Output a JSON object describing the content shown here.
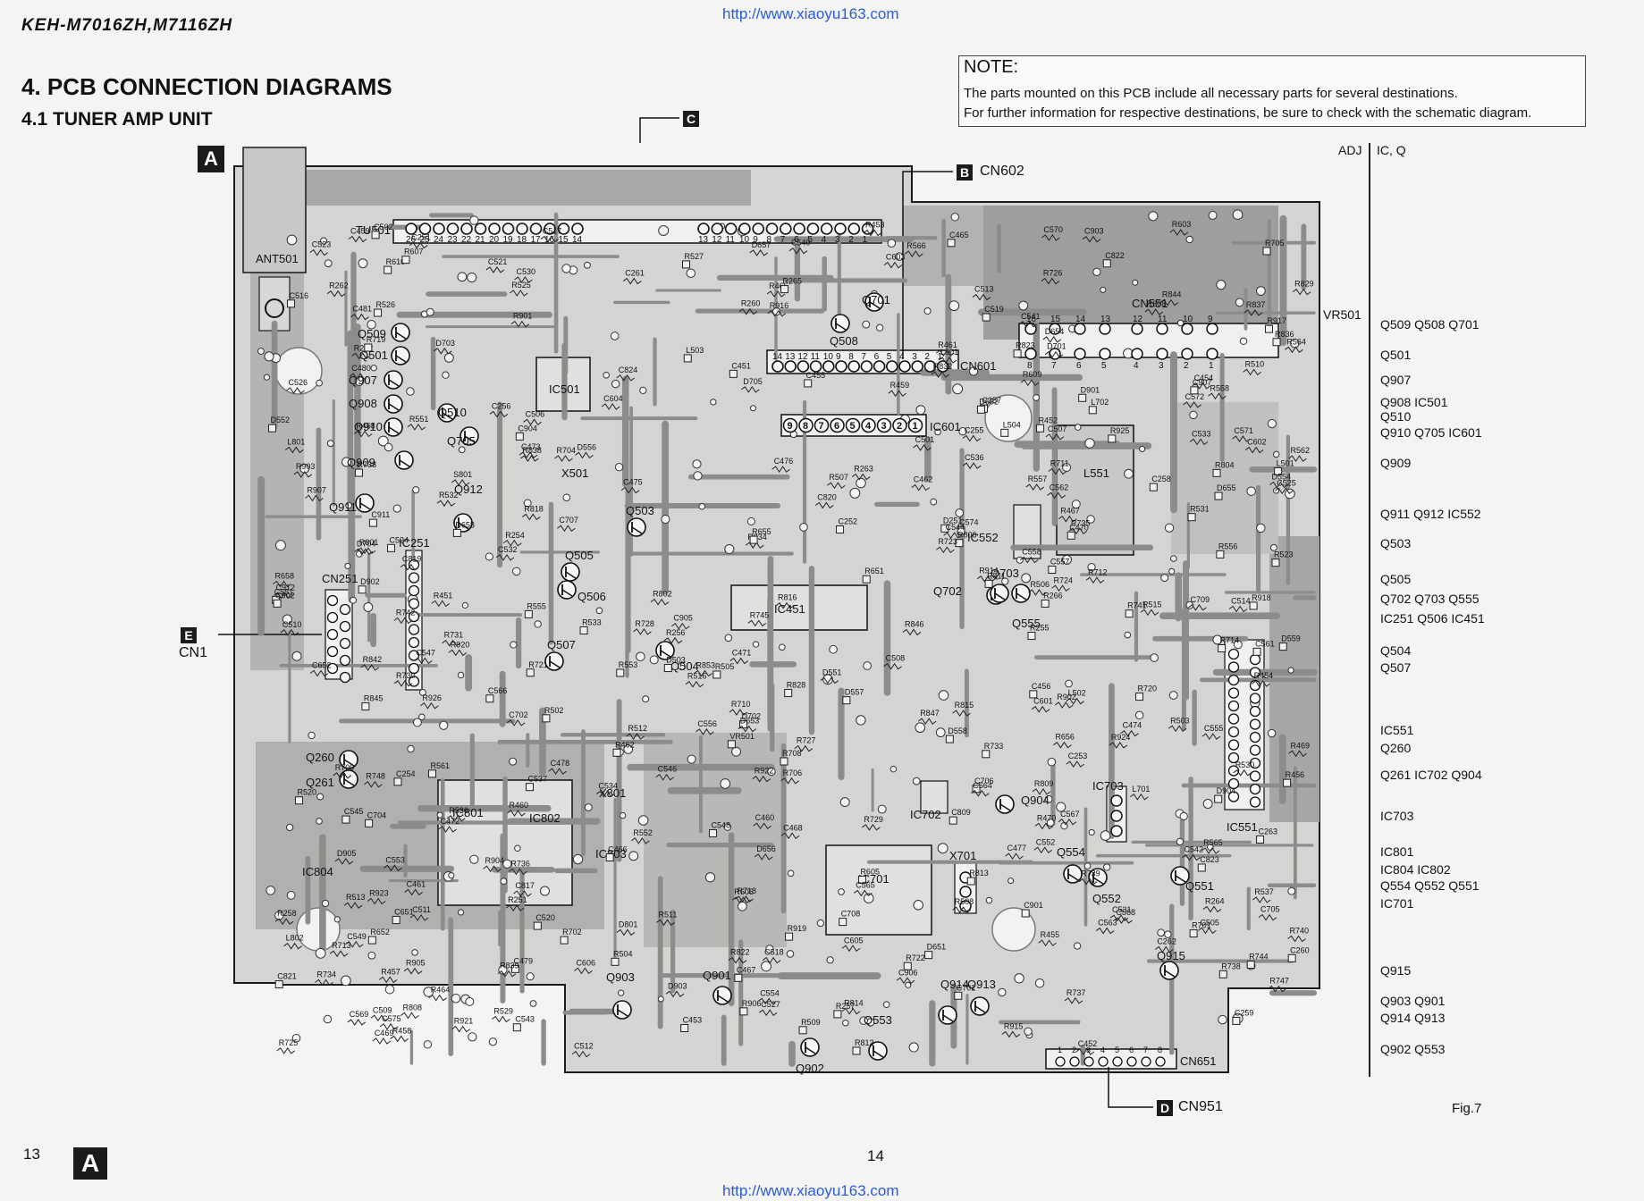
{
  "header": {
    "model": "KEH-M7016ZH,M7116ZH",
    "url_top": "http://www.xiaoyu163.com",
    "url_bottom": "http://www.xiaoyu163.com",
    "section_title": "4. PCB CONNECTION DIAGRAMS",
    "subsection_title": "4.1 TUNER AMP UNIT"
  },
  "note": {
    "title": "NOTE:",
    "line1": "The parts mounted on this PCB include all necessary parts for several destinations.",
    "line2": "For further information for respective destinations, be sure to check with the schematic diagram."
  },
  "footer": {
    "page_left": "13",
    "page_right": "14",
    "page_badge": "A",
    "figure": "Fig.7"
  },
  "markers": {
    "board_marker": "A",
    "connectors": [
      {
        "tag": "C",
        "label": ""
      },
      {
        "tag": "B",
        "label": "CN602"
      },
      {
        "tag": "E",
        "label": "CN1"
      },
      {
        "tag": "D",
        "label": "CN951"
      }
    ]
  },
  "side_index": {
    "header_left": "ADJ",
    "header_right": "IC, Q",
    "adj_label": "VR501",
    "rows": [
      "Q509  Q508  Q701",
      "Q501",
      "Q907",
      "Q908  IC501",
      "Q510",
      "Q910  Q705  IC601",
      "Q909",
      "Q911  Q912  IC552",
      "Q503",
      "Q505",
      "Q702  Q703  Q555",
      "IC251  Q506  IC451",
      "Q504",
      "Q507",
      "IC551",
      "Q260",
      "Q261  IC702  Q904",
      "IC703",
      "IC801",
      "IC804  IC802",
      "Q554  Q552  Q551",
      "IC701",
      "Q915",
      "Q903  Q901",
      "Q914  Q913",
      "Q902  Q553"
    ]
  },
  "board": {
    "connector_labels": [
      "TU501",
      "ANT501",
      "CN601",
      "CN551",
      "CN251",
      "CN651",
      "IC601"
    ],
    "cn601_pins": [
      "14",
      "13",
      "12",
      "11",
      "10",
      "9",
      "8",
      "7",
      "6",
      "5",
      "4",
      "3",
      "2",
      "1"
    ],
    "ic601_pins": [
      "9",
      "8",
      "7",
      "6",
      "5",
      "4",
      "3",
      "2",
      "1"
    ],
    "tu501_pins_left": [
      "26",
      "25",
      "24",
      "23",
      "22",
      "21",
      "20",
      "19",
      "18",
      "17",
      "16",
      "15",
      "14"
    ],
    "tu501_pins_right": [
      "13",
      "12",
      "11",
      "10",
      "9",
      "8",
      "7",
      "6",
      "5",
      "4",
      "3",
      "2",
      "1"
    ],
    "cn551_top_pins": [
      "16",
      "15",
      "14",
      "13",
      "12",
      "11",
      "10",
      "9"
    ],
    "cn551_bottom_pins": [
      "8",
      "7",
      "6",
      "5",
      "4",
      "3",
      "2",
      "1"
    ],
    "cn651_pins": [
      "1",
      "2",
      "3",
      "4",
      "5",
      "6",
      "7",
      "8"
    ],
    "ic_labels": [
      {
        "text": "IC501"
      },
      {
        "text": "IC251"
      },
      {
        "text": "IC451"
      },
      {
        "text": "IC552"
      },
      {
        "text": "IC551"
      },
      {
        "text": "IC801"
      },
      {
        "text": "IC802"
      },
      {
        "text": "IC803"
      },
      {
        "text": "IC804"
      },
      {
        "text": "IC701"
      },
      {
        "text": "IC702"
      },
      {
        "text": "IC703"
      },
      {
        "text": "L551"
      },
      {
        "text": "X501"
      },
      {
        "text": "X801"
      },
      {
        "text": "X701"
      }
    ],
    "transistor_labels": [
      {
        "text": "Q509"
      },
      {
        "text": "Q501"
      },
      {
        "text": "Q907"
      },
      {
        "text": "Q908"
      },
      {
        "text": "Q910"
      },
      {
        "text": "Q510"
      },
      {
        "text": "Q909"
      },
      {
        "text": "Q705"
      },
      {
        "text": "Q911"
      },
      {
        "text": "Q912"
      },
      {
        "text": "Q503"
      },
      {
        "text": "Q505"
      },
      {
        "text": "Q506"
      },
      {
        "text": "Q507"
      },
      {
        "text": "Q504"
      },
      {
        "text": "Q701"
      },
      {
        "text": "Q508"
      },
      {
        "text": "Q702"
      },
      {
        "text": "Q703"
      },
      {
        "text": "Q555"
      },
      {
        "text": "Q260"
      },
      {
        "text": "Q261"
      },
      {
        "text": "Q904"
      },
      {
        "text": "Q554"
      },
      {
        "text": "Q552"
      },
      {
        "text": "Q551"
      },
      {
        "text": "Q915"
      },
      {
        "text": "Q903"
      },
      {
        "text": "Q901"
      },
      {
        "text": "Q902"
      },
      {
        "text": "Q553"
      },
      {
        "text": "Q914"
      },
      {
        "text": "Q913"
      }
    ],
    "part_labels": [
      {
        "text": "VR501"
      },
      {
        "text": "L503"
      },
      {
        "text": "L502"
      },
      {
        "text": "L501"
      },
      {
        "text": "C548"
      },
      {
        "text": "R507"
      },
      {
        "text": "R506"
      },
      {
        "text": "R505"
      },
      {
        "text": "C523"
      },
      {
        "text": "C525"
      },
      {
        "text": "R508"
      },
      {
        "text": "R509"
      },
      {
        "text": "R510"
      },
      {
        "text": "R511"
      },
      {
        "text": "C532"
      },
      {
        "text": "C533"
      },
      {
        "text": "C531"
      },
      {
        "text": "R516"
      },
      {
        "text": "R513"
      },
      {
        "text": "C530"
      },
      {
        "text": "C534"
      },
      {
        "text": "C541"
      },
      {
        "text": "C542"
      },
      {
        "text": "C521"
      },
      {
        "text": "C524"
      },
      {
        "text": "C526"
      },
      {
        "text": "R504"
      },
      {
        "text": "C518"
      },
      {
        "text": "R503"
      },
      {
        "text": "C514"
      },
      {
        "text": "C549"
      },
      {
        "text": "L504"
      },
      {
        "text": "C517"
      },
      {
        "text": "R926"
      },
      {
        "text": "R735"
      },
      {
        "text": "R605"
      },
      {
        "text": "C602"
      },
      {
        "text": "C604"
      },
      {
        "text": "R610"
      },
      {
        "text": "R609"
      },
      {
        "text": "C603"
      },
      {
        "text": "R607"
      },
      {
        "text": "C601"
      },
      {
        "text": "R608"
      },
      {
        "text": "R603"
      },
      {
        "text": "R460"
      },
      {
        "text": "R462"
      },
      {
        "text": "R459"
      },
      {
        "text": "R606"
      },
      {
        "text": "C606"
      },
      {
        "text": "C605"
      },
      {
        "text": "R461"
      },
      {
        "text": "R564"
      },
      {
        "text": "R562"
      },
      {
        "text": "C569"
      },
      {
        "text": "D558"
      },
      {
        "text": "R561"
      },
      {
        "text": "D559"
      },
      {
        "text": "D557"
      },
      {
        "text": "D556"
      },
      {
        "text": "R566"
      },
      {
        "text": "C571"
      },
      {
        "text": "C574"
      },
      {
        "text": "R736"
      },
      {
        "text": "R734"
      },
      {
        "text": "C455"
      },
      {
        "text": "C459"
      },
      {
        "text": "C461"
      },
      {
        "text": "C469"
      },
      {
        "text": "C453"
      },
      {
        "text": "C451"
      },
      {
        "text": "C465"
      },
      {
        "text": "C467"
      },
      {
        "text": "C473"
      },
      {
        "text": "C471"
      },
      {
        "text": "R465"
      },
      {
        "text": "R467"
      },
      {
        "text": "C477"
      },
      {
        "text": "R470"
      },
      {
        "text": "C478"
      },
      {
        "text": "R915"
      },
      {
        "text": "R916"
      },
      {
        "text": "C912"
      },
      {
        "text": "R914"
      },
      {
        "text": "R918"
      },
      {
        "text": "R529"
      },
      {
        "text": "R531"
      },
      {
        "text": "R527"
      },
      {
        "text": "R451"
      },
      {
        "text": "R453"
      },
      {
        "text": "C481"
      },
      {
        "text": "C480"
      },
      {
        "text": "R469"
      },
      {
        "text": "C479"
      },
      {
        "text": "R254"
      },
      {
        "text": "R256"
      },
      {
        "text": "C254"
      },
      {
        "text": "C258"
      },
      {
        "text": "R258"
      },
      {
        "text": "R456"
      },
      {
        "text": "C256"
      },
      {
        "text": "R457"
      },
      {
        "text": "R252"
      },
      {
        "text": "C252"
      },
      {
        "text": "C259"
      },
      {
        "text": "D251"
      },
      {
        "text": "R458"
      },
      {
        "text": "R452"
      },
      {
        "text": "R454"
      },
      {
        "text": "R532"
      },
      {
        "text": "C452"
      },
      {
        "text": "C543"
      },
      {
        "text": "R530"
      },
      {
        "text": "R533"
      },
      {
        "text": "R455"
      },
      {
        "text": "C257"
      },
      {
        "text": "R257"
      },
      {
        "text": "R255"
      },
      {
        "text": "C255"
      },
      {
        "text": "C253"
      },
      {
        "text": "R260"
      },
      {
        "text": "C251"
      },
      {
        "text": "R251"
      },
      {
        "text": "R464"
      },
      {
        "text": "C466"
      },
      {
        "text": "C472"
      },
      {
        "text": "R468"
      },
      {
        "text": "C468"
      },
      {
        "text": "C474"
      },
      {
        "text": "C476"
      },
      {
        "text": "C454"
      },
      {
        "text": "C460"
      },
      {
        "text": "C462"
      },
      {
        "text": "C470"
      },
      {
        "text": "C475"
      },
      {
        "text": "C456"
      },
      {
        "text": "D503"
      },
      {
        "text": "R733"
      },
      {
        "text": "R738"
      },
      {
        "text": "R747"
      },
      {
        "text": "R737"
      },
      {
        "text": "R565"
      },
      {
        "text": "R739"
      },
      {
        "text": "R741"
      },
      {
        "text": "D705"
      },
      {
        "text": "D704"
      },
      {
        "text": "R742"
      },
      {
        "text": "R740"
      },
      {
        "text": "C575"
      },
      {
        "text": "C572"
      },
      {
        "text": "C570"
      },
      {
        "text": "C553"
      },
      {
        "text": "D903"
      },
      {
        "text": "C260"
      },
      {
        "text": "C261"
      },
      {
        "text": "C262"
      },
      {
        "text": "C263"
      },
      {
        "text": "R262"
      },
      {
        "text": "R263"
      },
      {
        "text": "R264"
      },
      {
        "text": "R265"
      },
      {
        "text": "R266"
      },
      {
        "text": "R801"
      },
      {
        "text": "R804"
      },
      {
        "text": "R815"
      },
      {
        "text": "R809"
      },
      {
        "text": "R812"
      },
      {
        "text": "R814"
      },
      {
        "text": "R808"
      },
      {
        "text": "R811"
      },
      {
        "text": "R813"
      },
      {
        "text": "R816"
      },
      {
        "text": "C708"
      },
      {
        "text": "C707"
      },
      {
        "text": "D902"
      },
      {
        "text": "C905"
      },
      {
        "text": "C906"
      },
      {
        "text": "D703"
      },
      {
        "text": "D702"
      },
      {
        "text": "D904"
      },
      {
        "text": "C705"
      },
      {
        "text": "C551"
      },
      {
        "text": "R906"
      },
      {
        "text": "C552"
      },
      {
        "text": "R704"
      },
      {
        "text": "C554"
      },
      {
        "text": "D701"
      },
      {
        "text": "C820"
      },
      {
        "text": "R839"
      },
      {
        "text": "R838"
      },
      {
        "text": "L802"
      },
      {
        "text": "R837"
      },
      {
        "text": "R834"
      },
      {
        "text": "R836"
      },
      {
        "text": "C823"
      },
      {
        "text": "C809"
      },
      {
        "text": "R806"
      },
      {
        "text": "C824"
      },
      {
        "text": "R842"
      },
      {
        "text": "D801"
      },
      {
        "text": "R828"
      },
      {
        "text": "R829"
      },
      {
        "text": "C817"
      },
      {
        "text": "R832"
      },
      {
        "text": "R847"
      },
      {
        "text": "R846"
      },
      {
        "text": "L801"
      },
      {
        "text": "R818"
      },
      {
        "text": "R823"
      },
      {
        "text": "R844"
      },
      {
        "text": "R845"
      },
      {
        "text": "C822"
      },
      {
        "text": "R822"
      },
      {
        "text": "R853"
      },
      {
        "text": "C819"
      },
      {
        "text": "C821"
      },
      {
        "text": "R745"
      },
      {
        "text": "R714"
      },
      {
        "text": "R712"
      },
      {
        "text": "R708"
      },
      {
        "text": "R710"
      },
      {
        "text": "R709"
      },
      {
        "text": "R711"
      },
      {
        "text": "R744"
      },
      {
        "text": "R713"
      },
      {
        "text": "R706"
      },
      {
        "text": "C706"
      },
      {
        "text": "R907"
      },
      {
        "text": "R705"
      },
      {
        "text": "C907"
      },
      {
        "text": "C904"
      },
      {
        "text": "C556"
      },
      {
        "text": "L701"
      },
      {
        "text": "R738"
      },
      {
        "text": "R748"
      },
      {
        "text": "C557"
      },
      {
        "text": "R553"
      },
      {
        "text": "R555"
      },
      {
        "text": "C555"
      },
      {
        "text": "C558"
      },
      {
        "text": "R551"
      },
      {
        "text": "D551"
      },
      {
        "text": "R552"
      },
      {
        "text": "D552"
      },
      {
        "text": "C709"
      },
      {
        "text": "R718"
      },
      {
        "text": "C704"
      },
      {
        "text": "C702"
      },
      {
        "text": "R702"
      },
      {
        "text": "C701"
      },
      {
        "text": "L702"
      },
      {
        "text": "R719"
      },
      {
        "text": "R917"
      },
      {
        "text": "R720"
      },
      {
        "text": "R905"
      },
      {
        "text": "R721"
      },
      {
        "text": "R722"
      },
      {
        "text": "R723"
      },
      {
        "text": "R724"
      },
      {
        "text": "R802"
      },
      {
        "text": "R701"
      },
      {
        "text": "R726"
      },
      {
        "text": "R728"
      },
      {
        "text": "R730"
      },
      {
        "text": "R922"
      },
      {
        "text": "R925"
      },
      {
        "text": "R729"
      },
      {
        "text": "R731"
      },
      {
        "text": "R725"
      },
      {
        "text": "R727"
      },
      {
        "text": "R923"
      },
      {
        "text": "R921"
      },
      {
        "text": "R920"
      },
      {
        "text": "R919"
      },
      {
        "text": "R651"
      },
      {
        "text": "R924"
      },
      {
        "text": "D651"
      },
      {
        "text": "D653"
      },
      {
        "text": "D652"
      },
      {
        "text": "D654"
      },
      {
        "text": "D905"
      },
      {
        "text": "C652"
      },
      {
        "text": "R652"
      },
      {
        "text": "L901"
      },
      {
        "text": "C651"
      },
      {
        "text": "D655"
      },
      {
        "text": "D657"
      },
      {
        "text": "D658"
      },
      {
        "text": "D656"
      },
      {
        "text": "R656"
      },
      {
        "text": "R655"
      },
      {
        "text": "R658"
      },
      {
        "text": "D901"
      },
      {
        "text": "R901"
      },
      {
        "text": "R902"
      },
      {
        "text": "C903"
      },
      {
        "text": "C901"
      },
      {
        "text": "C902"
      },
      {
        "text": "R903"
      },
      {
        "text": "R904"
      },
      {
        "text": "D554"
      },
      {
        "text": "R557"
      },
      {
        "text": "R558"
      },
      {
        "text": "R556"
      },
      {
        "text": "S801"
      },
      {
        "text": "C911"
      },
      {
        "text": "C509"
      },
      {
        "text": "C508"
      },
      {
        "text": "C510"
      },
      {
        "text": "C507"
      },
      {
        "text": "C506"
      },
      {
        "text": "C505"
      },
      {
        "text": "C547"
      },
      {
        "text": "C546"
      },
      {
        "text": "R520"
      },
      {
        "text": "C540"
      },
      {
        "text": "R525"
      },
      {
        "text": "C501"
      },
      {
        "text": "C502"
      },
      {
        "text": "C545"
      },
      {
        "text": "R537"
      },
      {
        "text": "R536"
      },
      {
        "text": "C511"
      },
      {
        "text": "R502"
      },
      {
        "text": "R523"
      },
      {
        "text": "C564"
      },
      {
        "text": "C563"
      },
      {
        "text": "C562"
      },
      {
        "text": "C561"
      },
      {
        "text": "C568"
      },
      {
        "text": "C567"
      },
      {
        "text": "C566"
      },
      {
        "text": "C565"
      },
      {
        "text": "C520"
      },
      {
        "text": "C519"
      },
      {
        "text": "C512"
      },
      {
        "text": "C527"
      },
      {
        "text": "C544"
      },
      {
        "text": "C537"
      },
      {
        "text": "C536"
      },
      {
        "text": "R512"
      },
      {
        "text": "C513"
      },
      {
        "text": "R526"
      },
      {
        "text": "C516"
      },
      {
        "text": "R515"
      }
    ]
  },
  "colors": {
    "paper": "#f4f4f2",
    "board_light": "#d2d2d0",
    "board_dark": "#a4a4a2",
    "copper_trace": "#8c8c8a",
    "ink": "#111111",
    "url_blue": "#2a5ad6",
    "watermark": "#e6e6e3"
  }
}
